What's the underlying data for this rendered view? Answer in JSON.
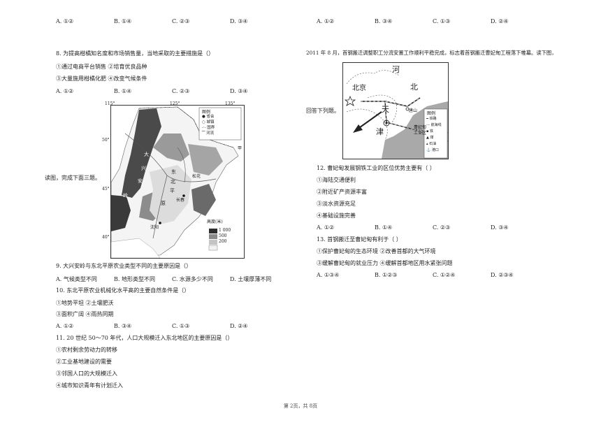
{
  "left": {
    "q7_options": [
      "A. ①②",
      "B. ①④",
      "C. ②③",
      "D. ③④"
    ],
    "q8": {
      "stem": "8.   为提高柑橘知名度和市场销售量，当地采取的主要措施是（）",
      "items": [
        "①通过电商平台销售  ②培育优良品种",
        "③大量施用柑橘化肥  ④改变气候条件"
      ],
      "options": [
        "A. ①②",
        "B. ①④",
        "C. ②③",
        "D. ③④"
      ]
    },
    "map1": {
      "lon_labels": [
        "115°",
        "125°",
        "135°"
      ],
      "lat_labels": [
        "50°",
        "45°",
        "40°"
      ],
      "legend_title": "图例",
      "legend_items": [
        "● 省会",
        "○ 城镇",
        "-·- 国界",
        "⁀ 河流"
      ],
      "place_labels": [
        "大",
        "兴",
        "安",
        "岭",
        "东",
        "北",
        "平",
        "原",
        "松花",
        "长春",
        "沈阳"
      ],
      "edge_label": "甲",
      "elev_title": "高度(米)",
      "elev_levels": [
        "1 000",
        "500",
        "200"
      ]
    },
    "map1_caption": "读图，完成下面三题。",
    "q9": {
      "stem": "9.   大兴安岭与东北平原农业类型不同的主要原因是（）",
      "options": [
        "A.   气候类型不同",
        "B. 地形类型不同",
        "C. 水源多少不同",
        "D. 土壤厚薄不同"
      ]
    },
    "q10": {
      "stem": "10.   东北平原农业机械化水平高的主要自然条件是（）",
      "items": [
        "①地势平坦  ②土壤肥沃",
        "③面积广阔  ④雨热同期"
      ],
      "options": [
        "A. ①②",
        "B. ③④",
        "C. ①③",
        "D. ②④"
      ]
    },
    "q11": {
      "stem": "11.   20 世纪 50～70 年代，人口大规模迁入东北地区的主要原因是（）",
      "items": [
        "①农村剩余劳动力的转移",
        "②工业基地建设的需要",
        "③邻国人口的大规模迁入",
        "④城市知识青年有计划迁入"
      ]
    }
  },
  "right": {
    "q_top_options": [
      "A. ①②",
      "B. ③④",
      "C. ①③",
      "D. ②④"
    ],
    "intro_line1": "2011 年 8 月，首钢搬迁调整职工分流安置工作顺利平稳完成，标志着首钢搬迁曹妃甸工程落下帷幕。读下图，",
    "intro_line2": "回答下列题。",
    "map2": {
      "labels": [
        "河",
        "北",
        "北京",
        "天",
        "津",
        "唐山",
        "曹妃甸",
        "工业区"
      ],
      "legend_title": "图例",
      "legend_items": [
        "━ 铁路",
        "--- 航海线",
        "▪ 铁",
        "▲ 煤",
        "▴ 石油",
        "⚓ 港口"
      ]
    },
    "q12": {
      "stem": "12.   曹妃甸发展钢铁工业的区位优势主要有（      ）",
      "items": [
        "①海陆交通便利",
        "②附近矿产资源丰富",
        "③淡水资源充足",
        "④基础设施完善"
      ],
      "options": [
        "A. ①②",
        "B. ①④",
        "C. ②③",
        "D. ③④"
      ]
    },
    "q13": {
      "stem": "13.   首钢搬迁至曹妃甸有利于（      ）",
      "items": [
        "①保护曹妃甸的生态环境  ②改善首都的大气环境",
        "③缓解曹妃甸的就业压力  ④缓解首都地区用水紧张问题"
      ],
      "options": [
        "A. ①③④",
        "B. ①②③",
        "C. ①②④",
        "D. ②③④"
      ]
    }
  },
  "footer": "第 2页，共 8页"
}
